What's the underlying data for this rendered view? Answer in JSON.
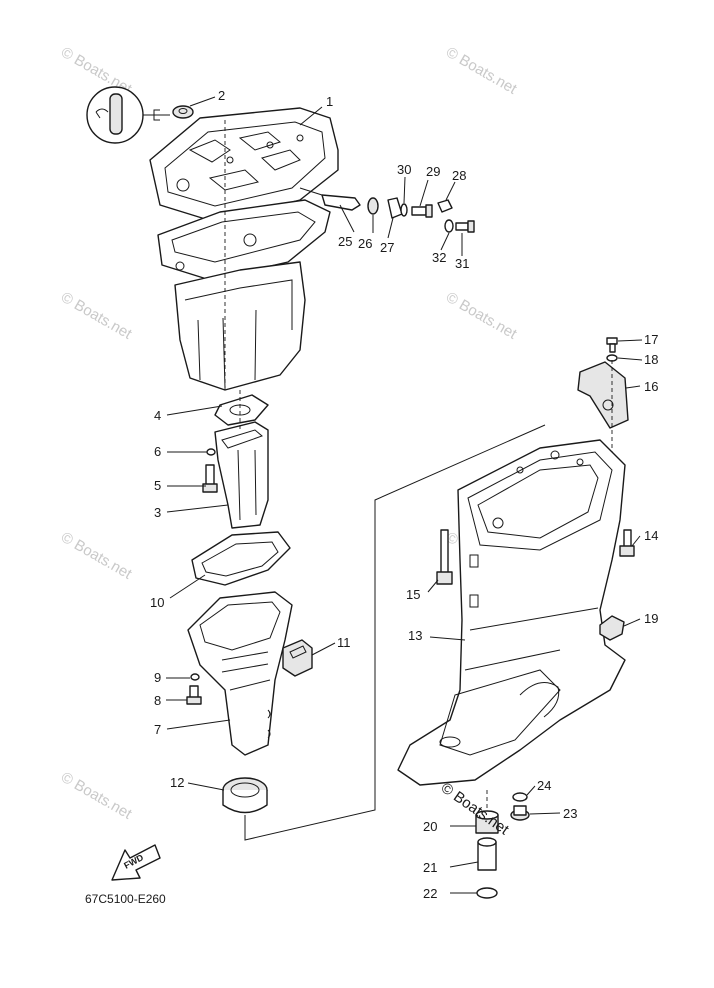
{
  "diagram": {
    "part_code": "67C5100-E260",
    "fwd_label": "FWD",
    "copyright_text": "© Boats.net",
    "watermark_text": "© Boats.net",
    "callouts": [
      "1",
      "2",
      "3",
      "4",
      "5",
      "6",
      "7",
      "8",
      "9",
      "10",
      "11",
      "12",
      "13",
      "14",
      "15",
      "16",
      "17",
      "18",
      "19",
      "20",
      "21",
      "22",
      "23",
      "24",
      "25",
      "26",
      "27",
      "28",
      "29",
      "30",
      "31",
      "32"
    ]
  }
}
